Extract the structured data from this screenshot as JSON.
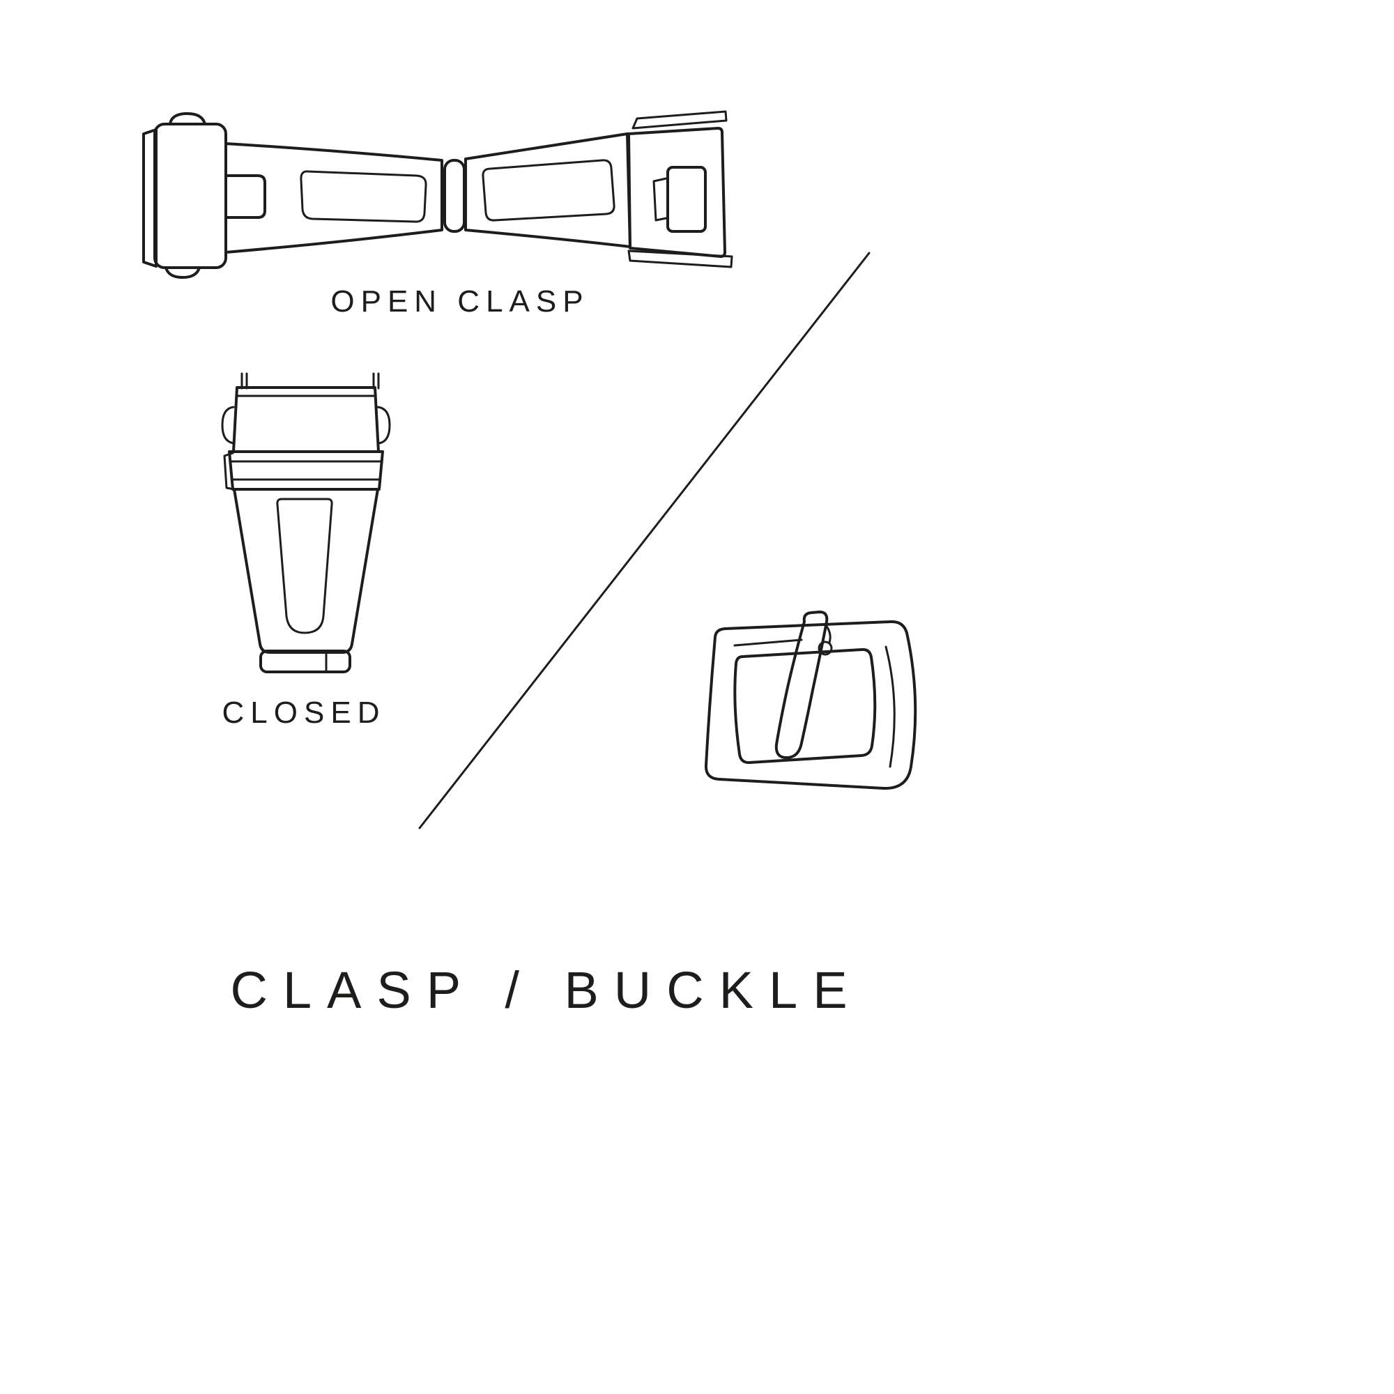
{
  "page": {
    "background_color": "#ffffff",
    "ink_color": "#1d1d1b"
  },
  "labels": {
    "open_clasp": "OPEN CLASP",
    "closed": "CLOSED"
  },
  "title": "CLASP / BUCKLE",
  "illustrations": {
    "open_clasp": "open-clasp-illustration",
    "closed_clasp": "closed-clasp-illustration",
    "tang_buckle": "tang-buckle-illustration",
    "divider": "diagonal-divider-line"
  }
}
